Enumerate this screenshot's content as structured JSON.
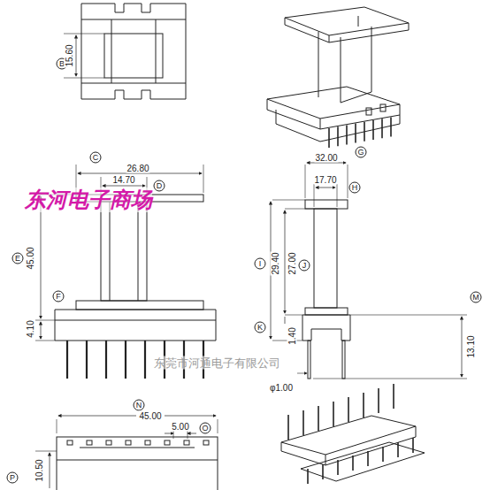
{
  "diagram": {
    "labels": [
      "B",
      "15.60",
      "C",
      "26.80",
      "14.70",
      "D",
      "东河电子商场",
      "E",
      "45.00",
      "F",
      "4.10",
      "G",
      "32.00",
      "17.70",
      "H",
      "I",
      "29.40",
      "27.00",
      "J",
      "K",
      "1.40",
      "M",
      "13.10",
      "φ1.00",
      "东莞市河通电子有限公司",
      "N",
      "45.00",
      "5.00",
      "O",
      "P",
      "10.50"
    ]
  }
}
